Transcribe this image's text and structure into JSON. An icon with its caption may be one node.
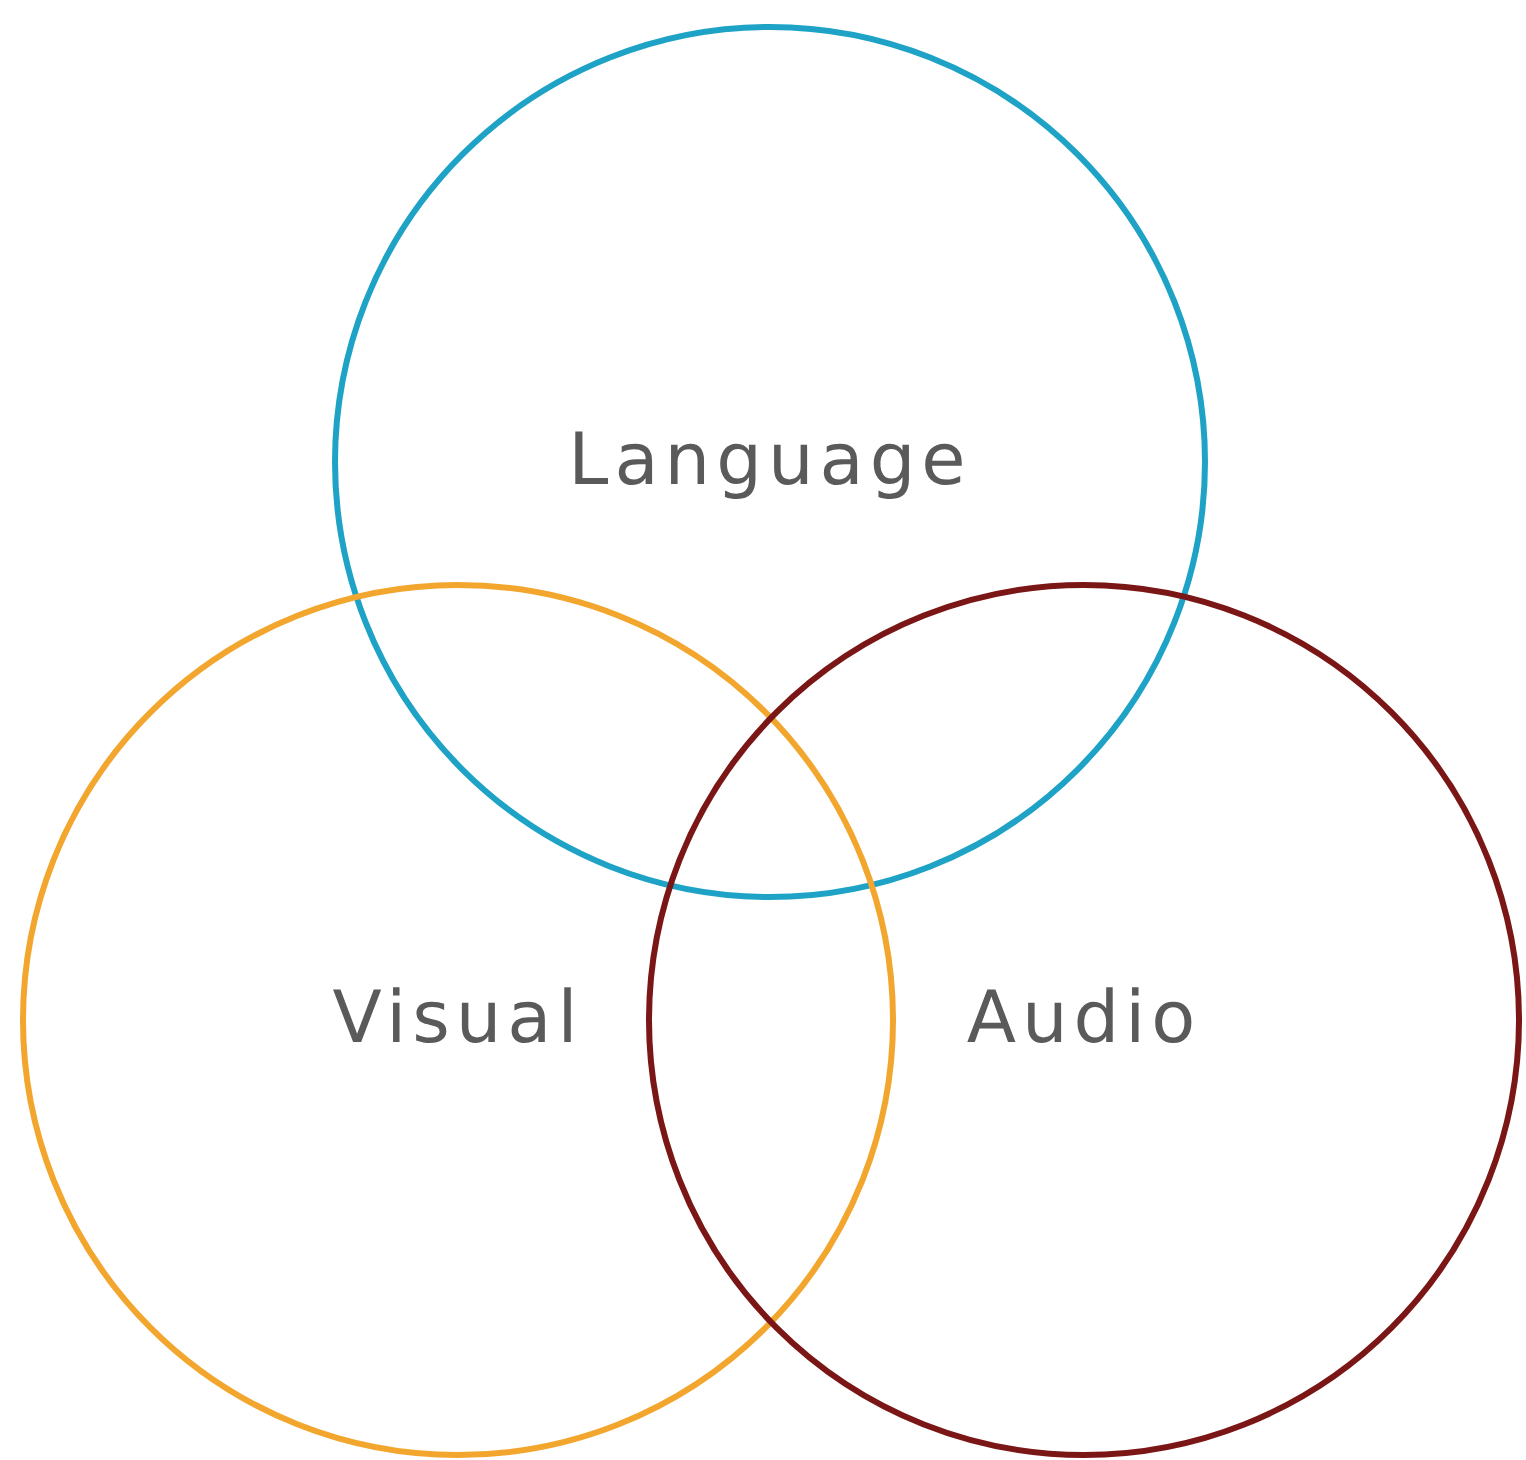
{
  "diagram": {
    "nodes": [
      {
        "text": [
          "Language"
        ]
      },
      {
        "text": [
          "Visual"
        ]
      },
      {
        "text": [
          "Audio"
        ]
      }
    ]
  }
}
